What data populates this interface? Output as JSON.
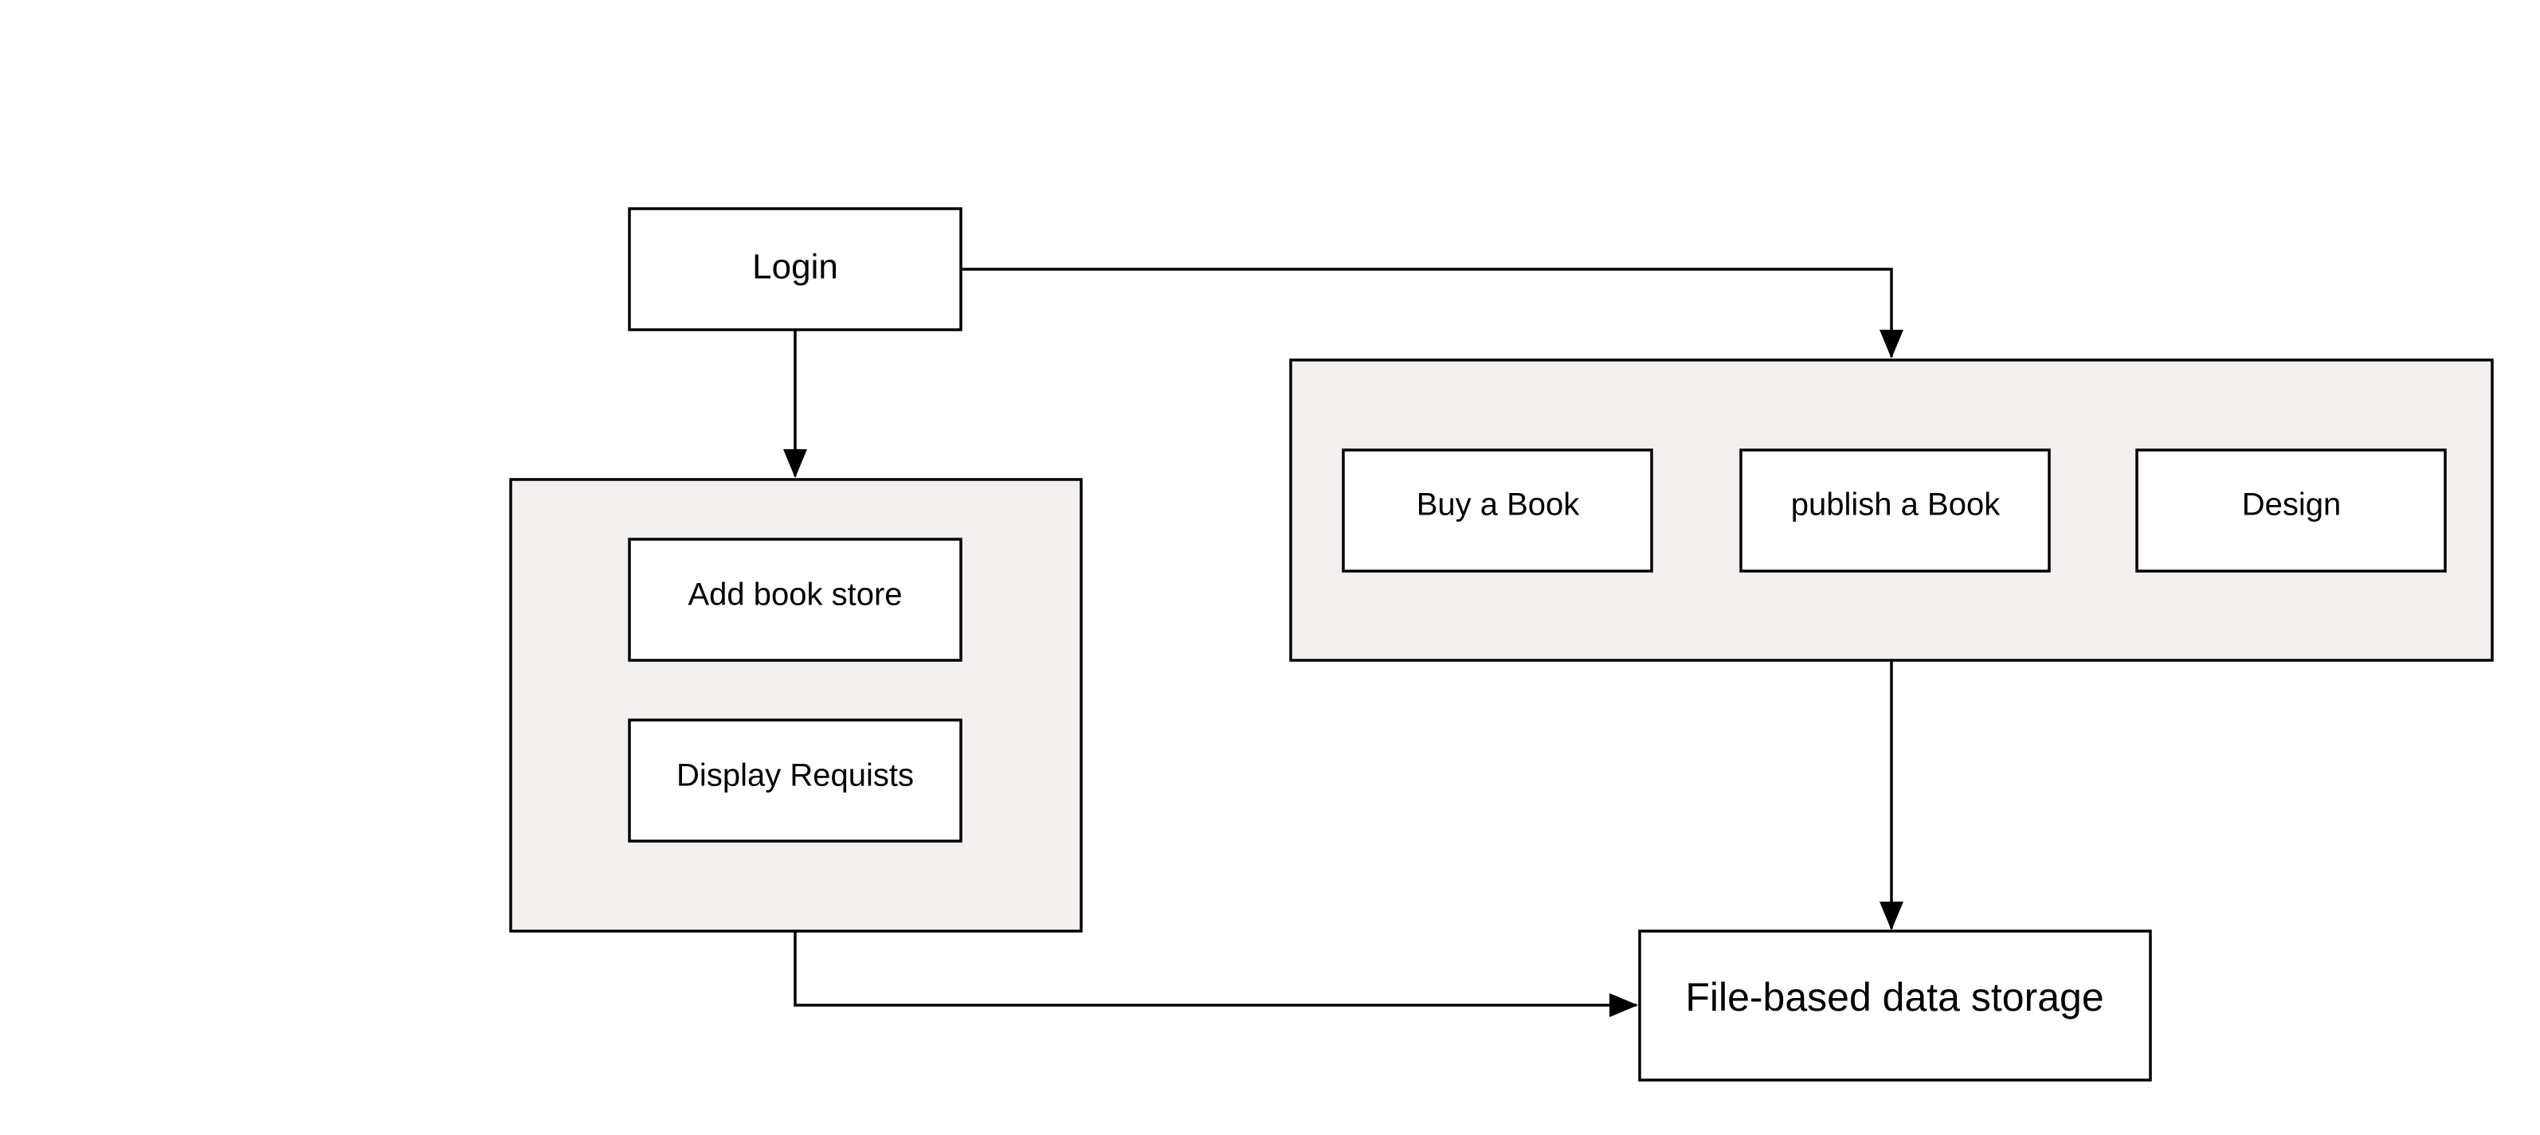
{
  "colors": {
    "canvas": "#ffffff",
    "group_fill": "#f2efee",
    "box_fill": "#ffffff",
    "stroke": "#000000"
  },
  "nodes": {
    "login": "Login",
    "add_book_store": "Add book store",
    "display_requists": "Display Requists",
    "buy_a_book": "Buy a Book",
    "publish_a_book": "publish a Book",
    "design": "Design",
    "storage": "File-based data storage"
  },
  "edges": [
    {
      "from": "login",
      "to": "admin-group"
    },
    {
      "from": "login",
      "to": "user-group"
    },
    {
      "from": "user-group",
      "to": "storage"
    },
    {
      "from": "admin-group",
      "to": "storage"
    }
  ]
}
